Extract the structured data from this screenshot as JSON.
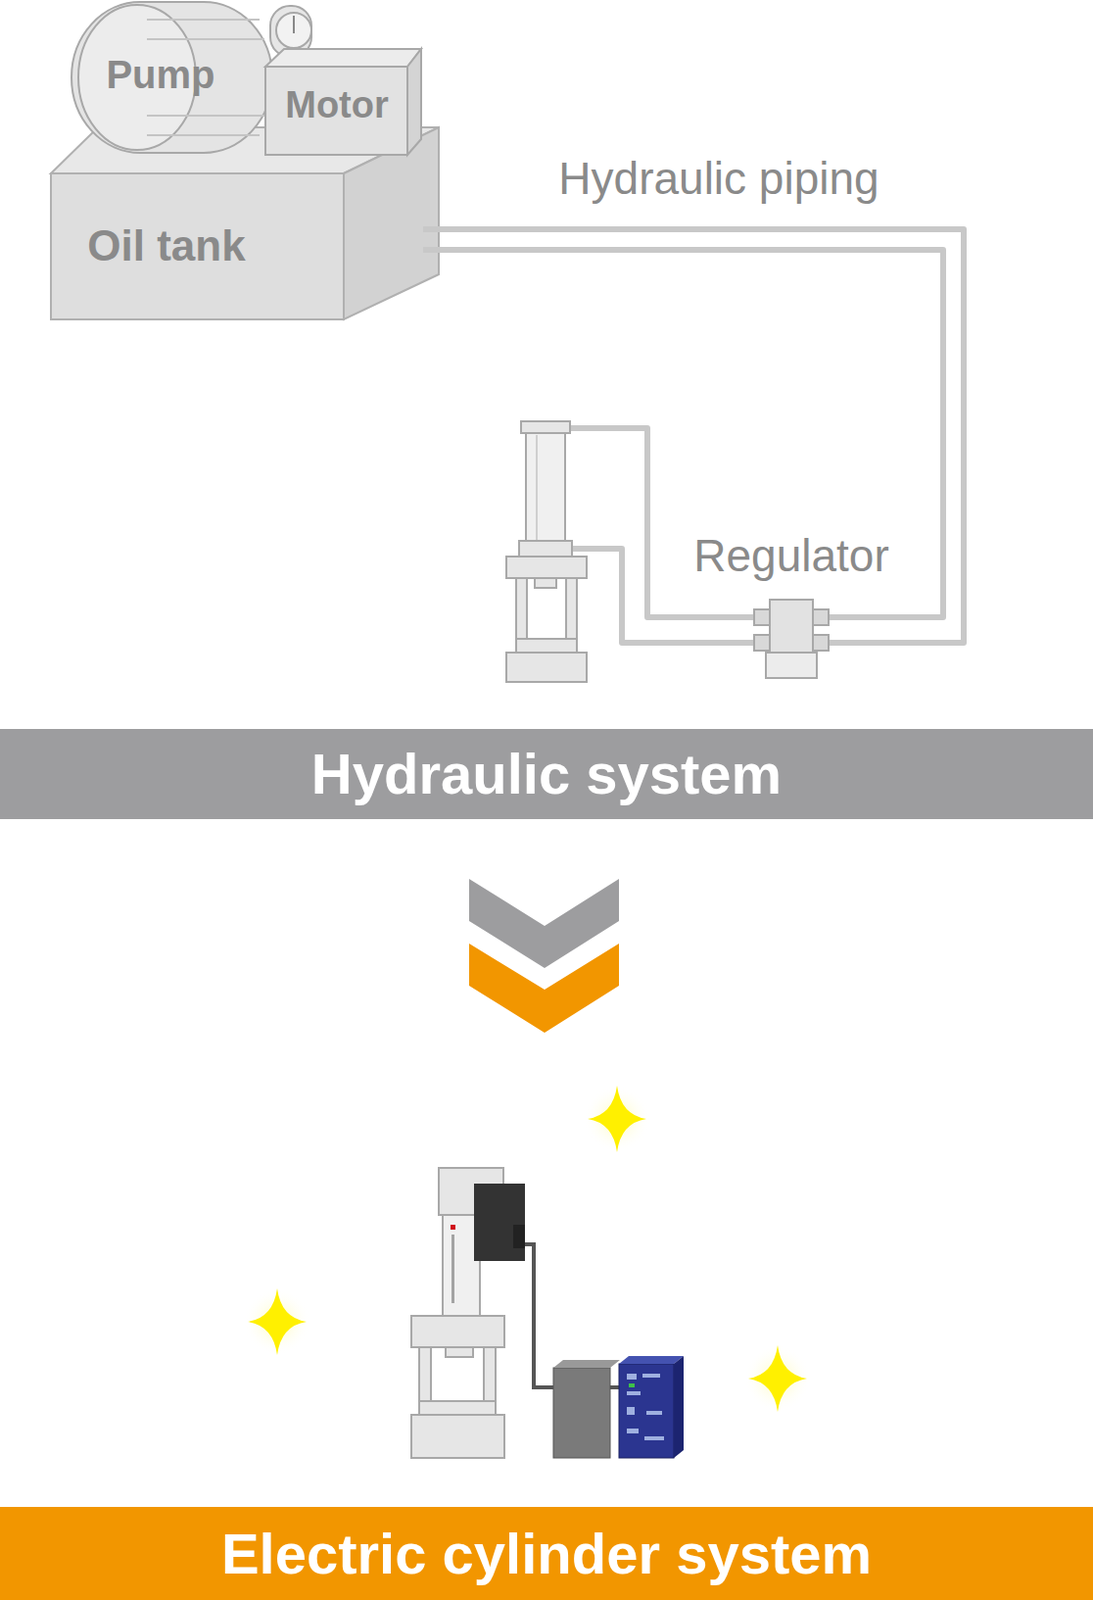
{
  "diagram": {
    "nodes": [
      {
        "text": [
          "Pump"
        ]
      },
      {
        "text": [
          "Motor"
        ]
      },
      {
        "text": [
          "Oil tank"
        ]
      },
      {
        "text": [
          "Hydraulic system"
        ]
      },
      {
        "text": [
          "Electric cylinder system"
        ]
      }
    ],
    "labels": [
      "Hydraulic piping",
      "Regulator"
    ]
  }
}
